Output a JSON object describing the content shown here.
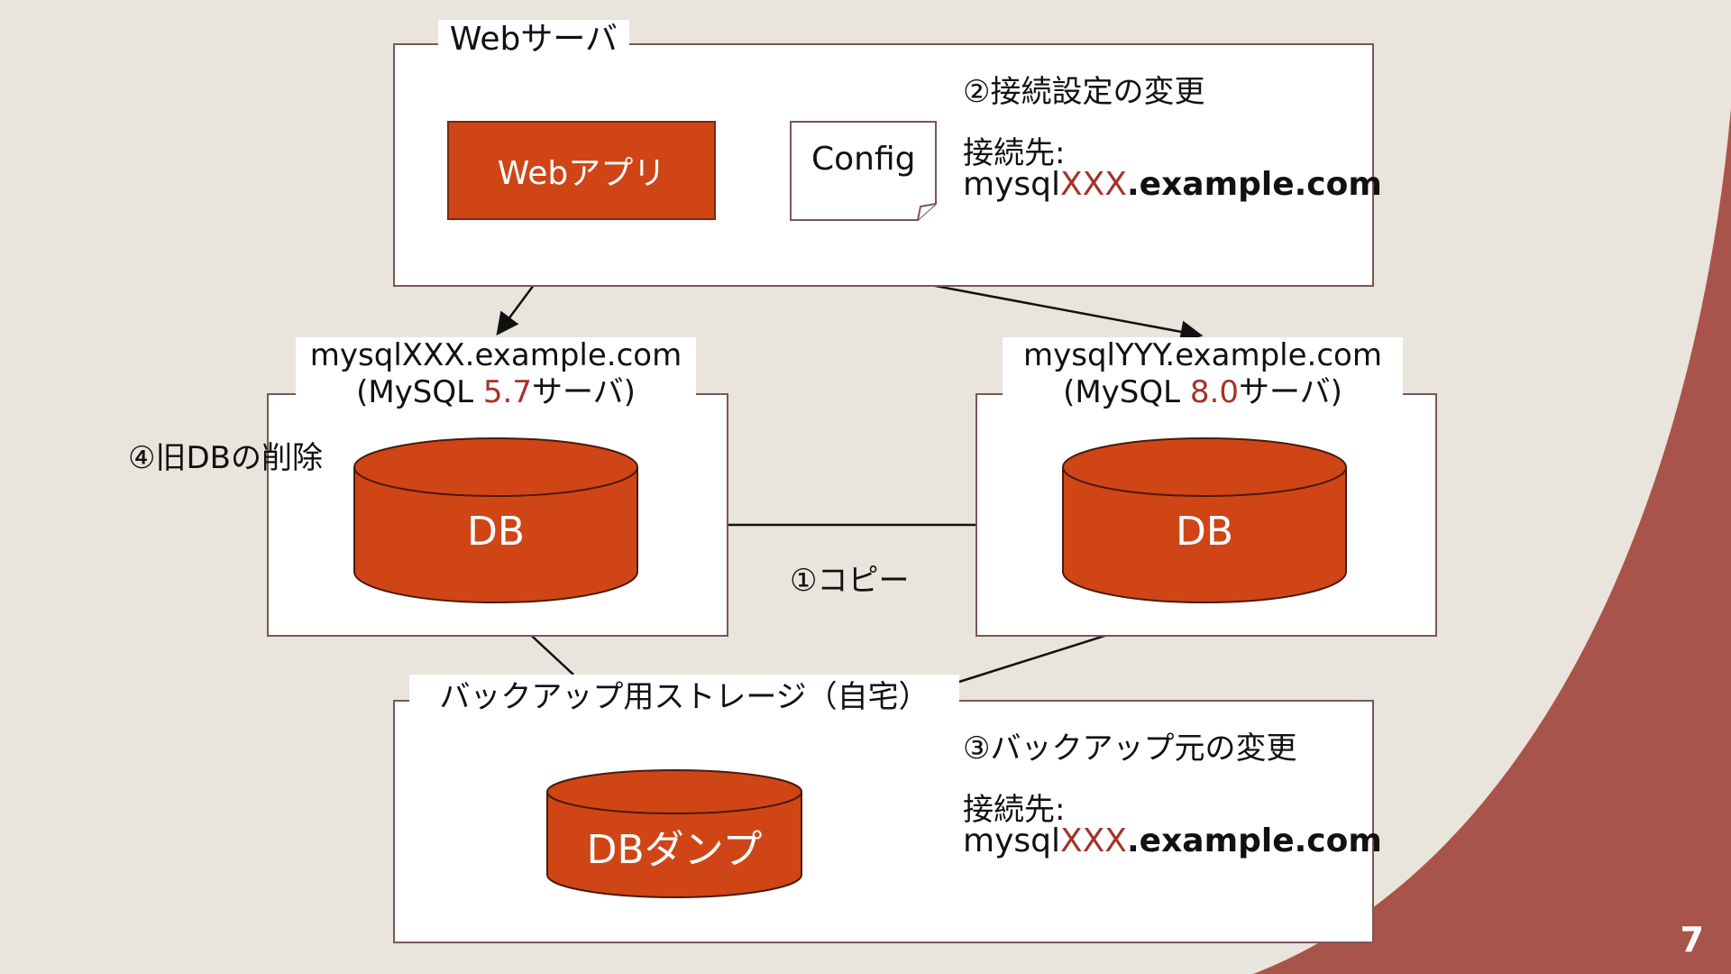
{
  "web_server": {
    "tab_label": "Webサーバ",
    "app_label": "Webアプリ",
    "config_label": "Config"
  },
  "step2": {
    "title": "②接続設定の変更",
    "conn_label": "接続先:",
    "host_prefix": "mysql",
    "host_old": "XXX",
    "host_new_suffix": ".example.com"
  },
  "db_old": {
    "host": "mysqlXXX.example.com",
    "version_prefix": "(MySQL ",
    "version": "5.7",
    "version_suffix": "サーバ)",
    "db_label": "DB"
  },
  "db_new": {
    "host": "mysqlYYY.example.com",
    "version_prefix": "(MySQL ",
    "version": "8.0",
    "version_suffix": "サーバ)",
    "db_label": "DB"
  },
  "step1": {
    "label": "①コピー"
  },
  "step4": {
    "label": "④旧DBの削除"
  },
  "backup": {
    "tab_label": "バックアップ用ストレージ（自宅）",
    "dump_label": "DBダンプ"
  },
  "step3": {
    "title": "③バックアップ元の変更",
    "conn_label": "接続先:",
    "host_prefix": "mysql",
    "host_old": "XXX",
    "host_new_suffix": ".example.com"
  },
  "page": {
    "number": "7"
  },
  "colors": {
    "background": "#e9e4dc",
    "accent": "#cf4516",
    "brand_dark_red": "#a5322a",
    "corner": "#a8544a"
  }
}
